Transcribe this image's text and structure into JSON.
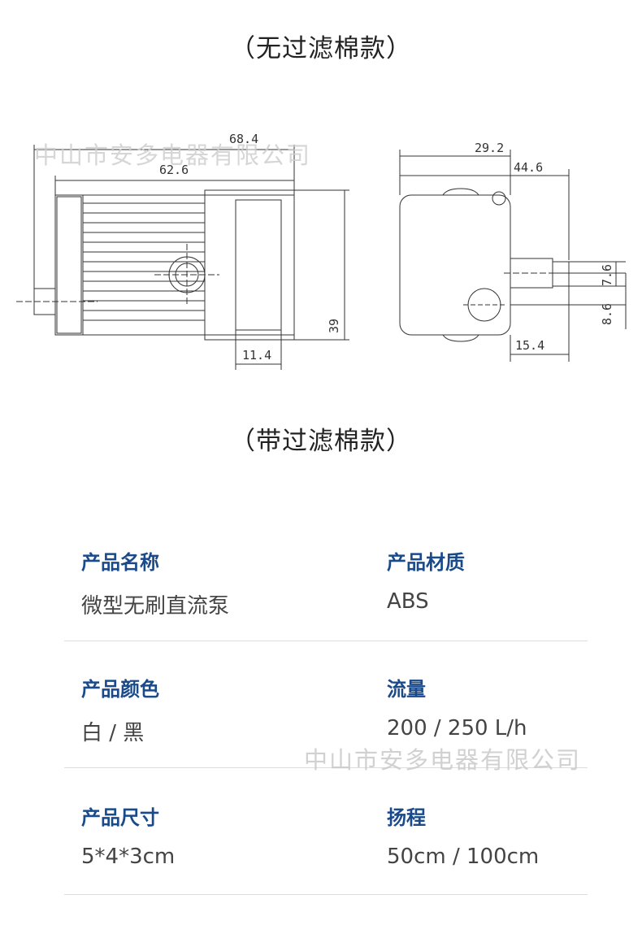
{
  "sections": {
    "without_filter": "（无过滤棉款）",
    "with_filter": "（带过滤棉款）"
  },
  "dimensions": {
    "front": {
      "overall_length": "68.4",
      "body_length": "62.6",
      "height": "39",
      "outlet_width": "11.4"
    },
    "side": {
      "width": "29.2",
      "total_width": "44.6",
      "outlet_dia": "7.6",
      "outlet_offset": "8.6",
      "outlet_length": "15.4"
    }
  },
  "watermark": "中山市安多电器有限公司",
  "specs": [
    {
      "label": "产品名称",
      "value": "微型无刷直流泵"
    },
    {
      "label": "产品材质",
      "value": "ABS"
    },
    {
      "label": "产品颜色",
      "value": "白 / 黑"
    },
    {
      "label": "流量",
      "value": "200 / 250 L/h"
    },
    {
      "label": "产品尺寸",
      "value": "5*4*3cm"
    },
    {
      "label": "扬程",
      "value": "50cm / 100cm"
    }
  ],
  "colors": {
    "label": "#1a4a8a",
    "value": "#444444",
    "divider": "#dddddd"
  }
}
